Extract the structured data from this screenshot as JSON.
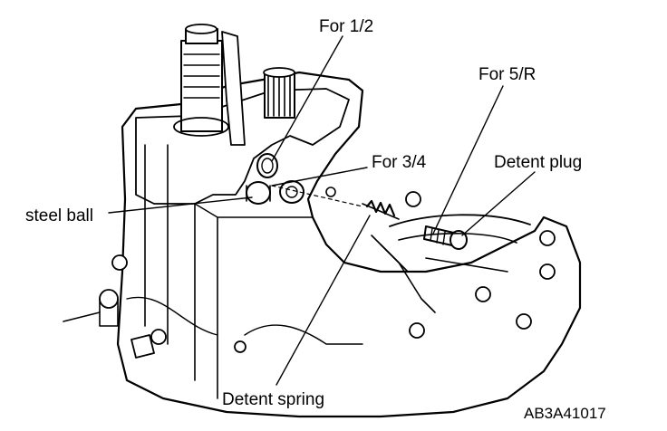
{
  "labels": {
    "for_1_2": "For 1/2",
    "for_5_r": "For 5/R",
    "for_3_4": "For 3/4",
    "detent_plug": "Detent plug",
    "steel_ball": "steel ball",
    "detent_spring": "Detent spring"
  },
  "figure_id": "AB3A41017"
}
